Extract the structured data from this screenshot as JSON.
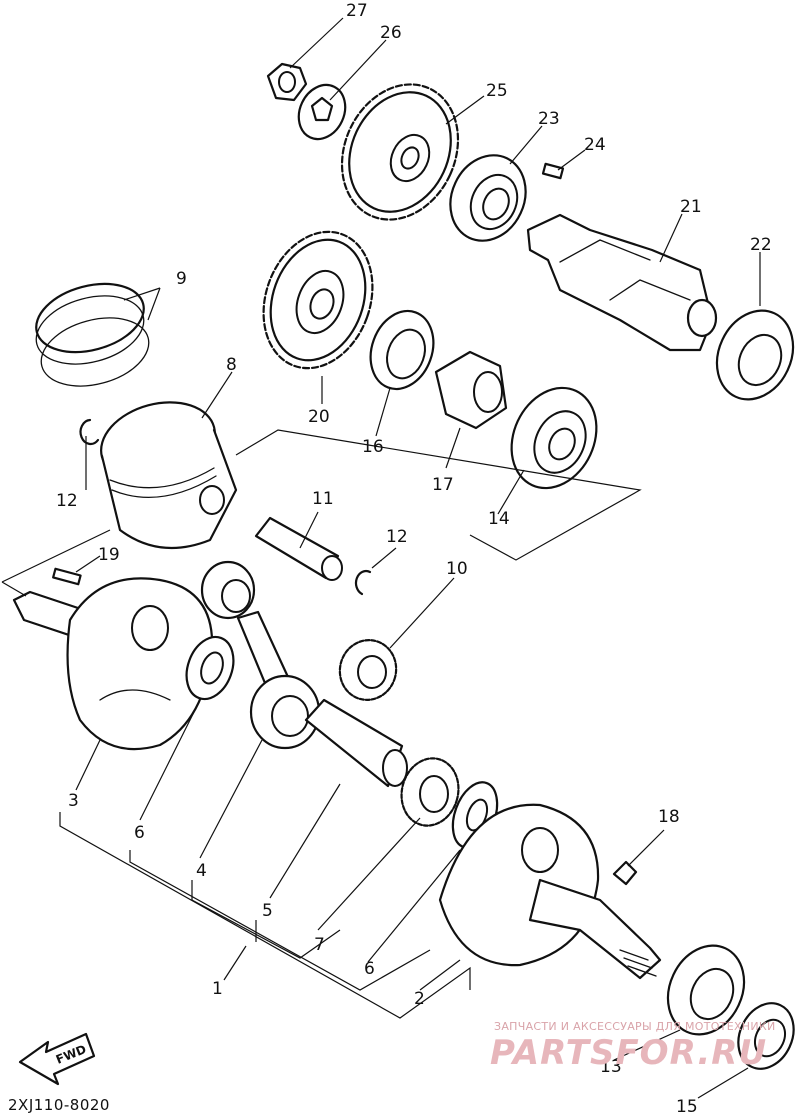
{
  "diagram": {
    "callouts": {
      "c1": "1",
      "c2": "2",
      "c3": "3",
      "c4": "4",
      "c5": "5",
      "c6a": "6",
      "c6b": "6",
      "c7": "7",
      "c8": "8",
      "c9": "9",
      "c10": "10",
      "c11": "11",
      "c12a": "12",
      "c12b": "12",
      "c13": "13",
      "c14": "14",
      "c15": "15",
      "c16": "16",
      "c17": "17",
      "c18": "18",
      "c19": "19",
      "c20": "20",
      "c21": "21",
      "c22": "22",
      "c23": "23",
      "c24": "24",
      "c25": "25",
      "c26": "26",
      "c27": "27"
    },
    "drawing_code": "2XJ110-8020",
    "fwd_label": "FWD",
    "watermark": {
      "line1": "ЗАПЧАСТИ И АКСЕССУАРЫ ДЛЯ МОТОТЕХНИКИ",
      "logo": "PARTSFOR.RU"
    }
  }
}
